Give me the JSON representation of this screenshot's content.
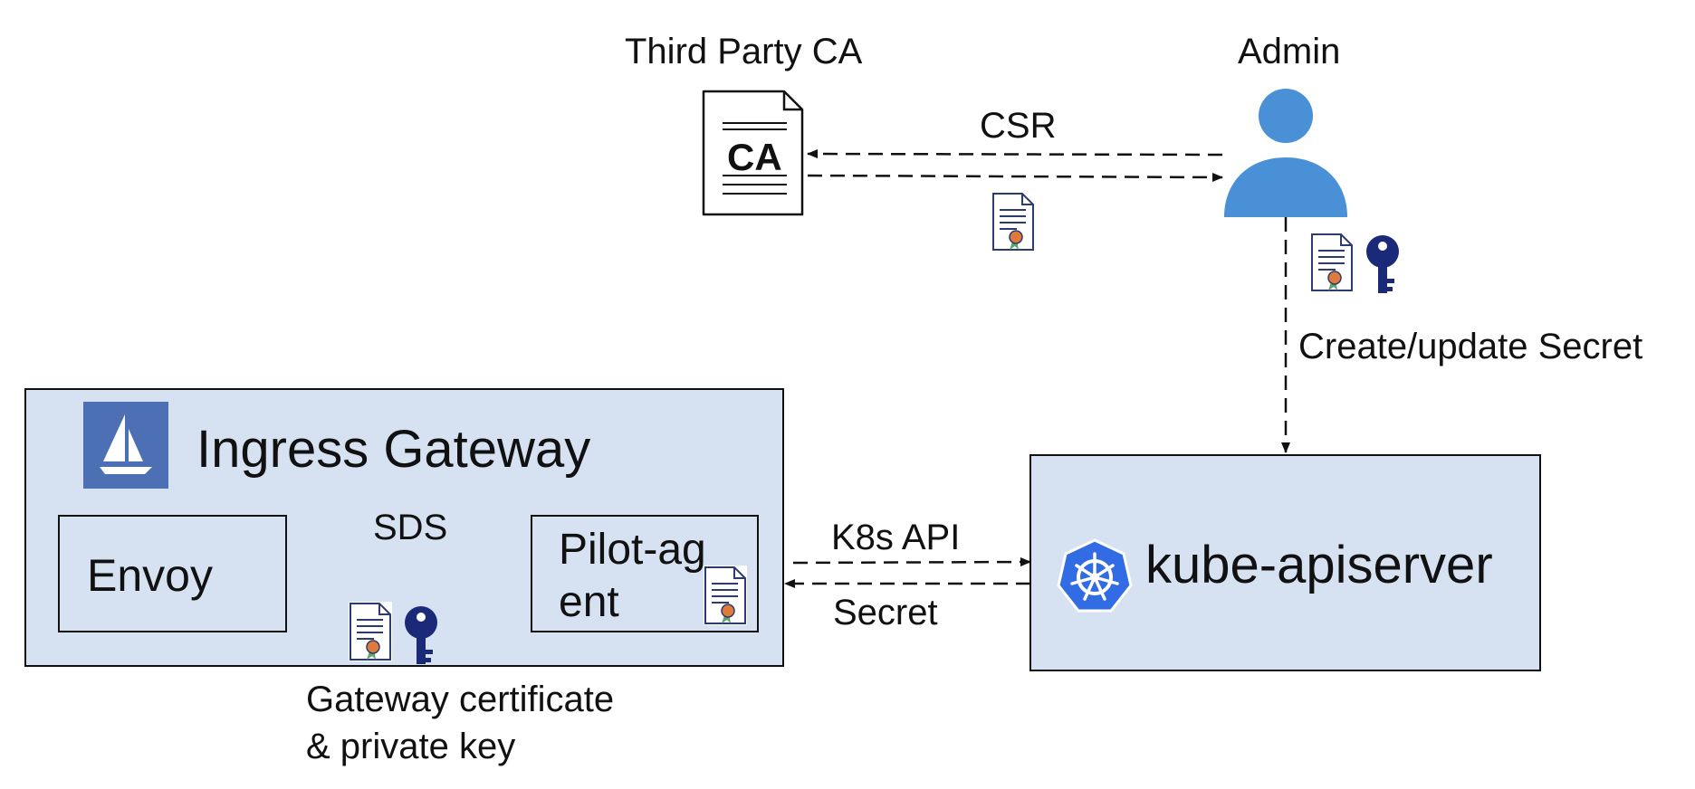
{
  "diagram": {
    "third_party_ca": {
      "title": "Third Party CA",
      "doc_text": "CA"
    },
    "admin": {
      "title": "Admin"
    },
    "edges": {
      "csr": "CSR",
      "create_update_secret": "Create/update Secret",
      "k8s_api": "K8s API",
      "secret": "Secret",
      "sds": "SDS"
    },
    "ingress_gateway": {
      "title": "Ingress Gateway",
      "envoy": "Envoy",
      "pilot_agent_line1": "Pilot-ag",
      "pilot_agent_line2": "ent"
    },
    "kube_apiserver": {
      "title": "kube-apiserver"
    },
    "gateway_cert_caption_line1": "Gateway certificate",
    "gateway_cert_caption_line2": "& private key"
  },
  "colors": {
    "panel_fill": "#d6e2f1",
    "admin_blue": "#4a90d6",
    "istio_logo_bg": "#4d6fb4",
    "kubernetes_blue": "#326ce5",
    "key_navy": "#1b2a78",
    "ribbon_orange": "#e07a3c",
    "ribbon_green": "#5aa56b"
  },
  "icons": [
    "ca-document-icon",
    "admin-person-icon",
    "certificate-icon",
    "key-icon",
    "istio-sail-icon",
    "kubernetes-helm-icon"
  ]
}
